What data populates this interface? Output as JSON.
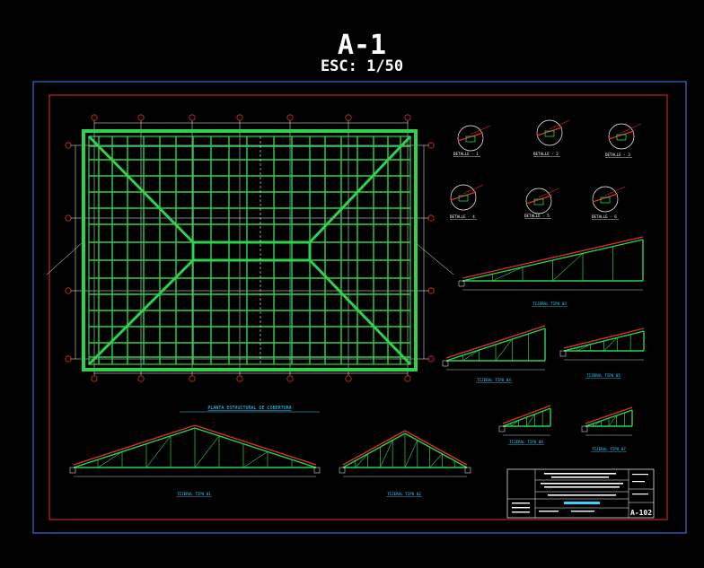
{
  "sheet": {
    "title": "A-1",
    "scale": "ESC: 1/50",
    "sheet_code": "A-102"
  },
  "plan_title": "PLANTA ESTRUCTURAL DE COBERTURA",
  "details": [
    {
      "label": "DETALLE - 1"
    },
    {
      "label": "DETALLE - 2"
    },
    {
      "label": "DETALLE - 3"
    },
    {
      "label": "DETALLE - 4"
    },
    {
      "label": "DETALLE - 5"
    },
    {
      "label": "DETALLE - 6"
    }
  ],
  "trusses": [
    {
      "label": "TIJERAL TIPO 01"
    },
    {
      "label": "TIJERAL TIPO 02"
    },
    {
      "label": "TIJERAL TIPO 03"
    },
    {
      "label": "TIJERAL TIPO 04"
    },
    {
      "label": "TIJERAL TIPO 05"
    },
    {
      "label": "TIJERAL TIPO 06"
    },
    {
      "label": "TIJERAL TIPO 07"
    }
  ],
  "colors": {
    "background": "#000000",
    "outer_border": "#3a6bd8",
    "inner_border": "#e0302a",
    "framing": "#2fd24a",
    "roof_slope": "#e0302a",
    "axis": "#ffffff",
    "caption": "#3ad1ff",
    "title": "#ffffff"
  }
}
